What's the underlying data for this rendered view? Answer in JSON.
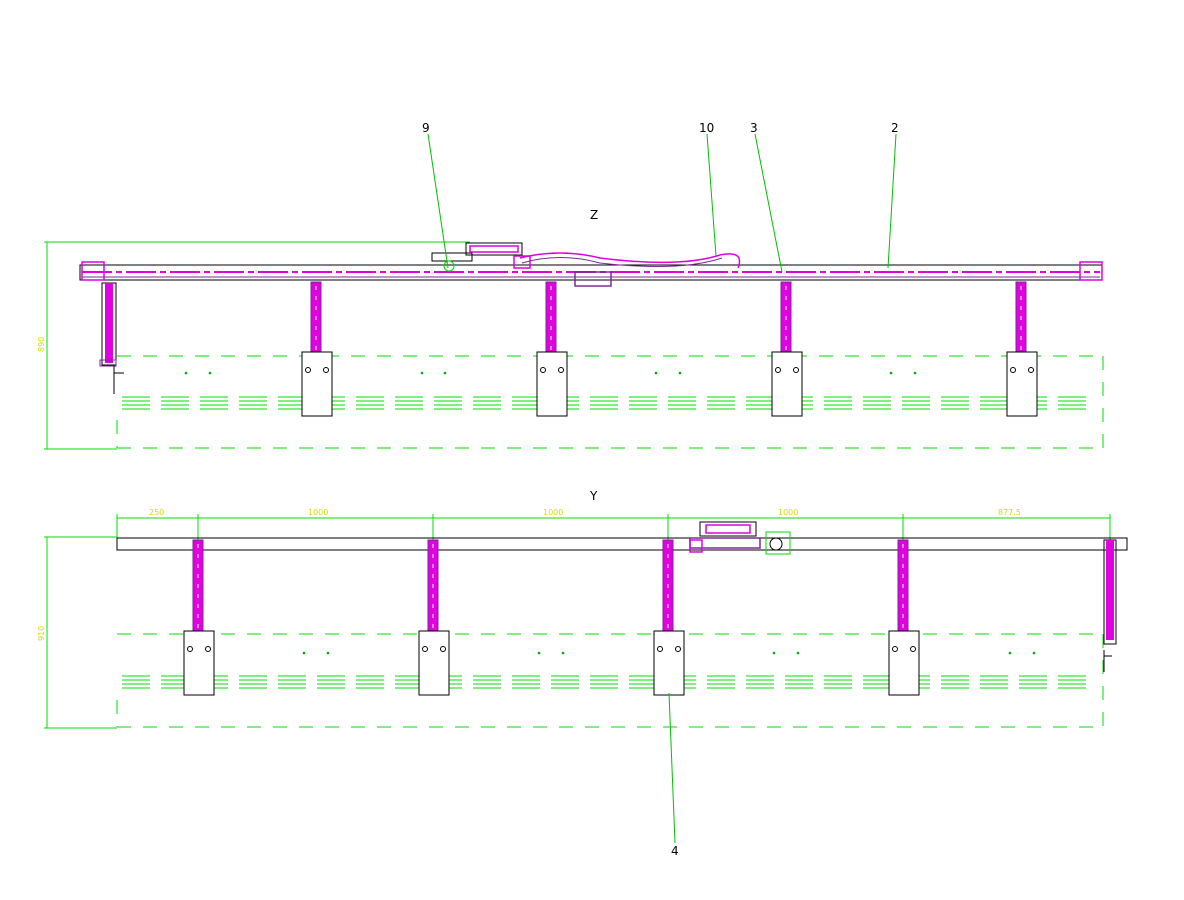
{
  "views": {
    "top": {
      "title": "Z",
      "height_dim": "890"
    },
    "bottom": {
      "title": "Y",
      "height_dim": "910"
    }
  },
  "callouts": {
    "c9": "9",
    "c10": "10",
    "c3": "3",
    "c2": "2",
    "c4": "4"
  },
  "dimensions": [
    "250",
    "1000",
    "1000",
    "1000",
    "877.5"
  ],
  "colors": {
    "outline": "#000000",
    "dashed_frame": "#00dd00",
    "leader": "#00c000",
    "magenta": "#e000e0",
    "purple": "#7a2a9a",
    "dim_text": "#d8d800",
    "cyan": "#00c8c8"
  }
}
